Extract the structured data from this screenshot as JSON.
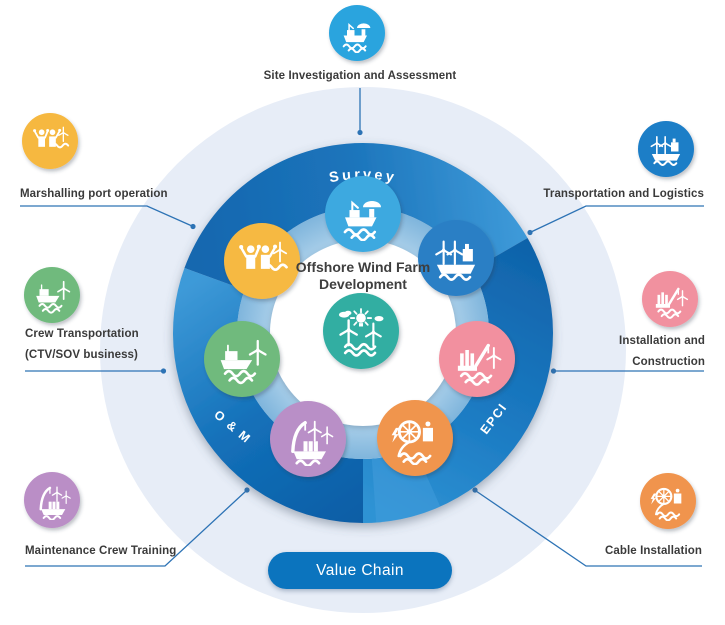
{
  "wheel": {
    "segments": {
      "survey": "Survey",
      "epci": "EPCI",
      "om": "O & M"
    },
    "center_line1": "Offshore Wind Farm",
    "center_line2": "Development",
    "hub": {
      "icon": "wind-farm-development",
      "color": "#31AEA2"
    },
    "nodes": {
      "survey": {
        "icon": "survey-vessel",
        "color": "#3CA9E0"
      },
      "transport": {
        "icon": "turbine-carrier-ship",
        "color": "#2B7FC5"
      },
      "installation": {
        "icon": "jackup-rig",
        "color": "#F2909F"
      },
      "cable": {
        "icon": "cable-lay-vessel",
        "color": "#F0954E"
      },
      "maintenance": {
        "icon": "crane-vessel",
        "color": "#B98FC7"
      },
      "crew": {
        "icon": "crew-transport-vessel",
        "color": "#6FBA7D"
      },
      "marshalling": {
        "icon": "port-workers",
        "color": "#F6B942"
      }
    }
  },
  "satellites": {
    "site": {
      "label": "Site Investigation and Assessment",
      "color": "#2AA4DE",
      "icon": "survey-vessel"
    },
    "marshalling": {
      "label": "Marshalling port operation",
      "color": "#F6B83F",
      "icon": "port-workers"
    },
    "crew": {
      "label": "Crew Transportation",
      "label2": "(CTV/SOV business)",
      "color": "#6FBA7D",
      "icon": "crew-transport-vessel"
    },
    "maintenance": {
      "label": "Maintenance Crew Training",
      "color": "#BA8EC6",
      "icon": "crane-vessel"
    },
    "transport": {
      "label": "Transportation and Logistics",
      "color": "#1F7EC7",
      "icon": "turbine-carrier-ship"
    },
    "installation": {
      "label": "Installation and",
      "label2": "Construction",
      "color": "#F1919F",
      "icon": "jackup-rig"
    },
    "cable": {
      "label": "Cable Installation",
      "color": "#F0944D",
      "icon": "cable-lay-vessel"
    }
  },
  "value_chain": {
    "label": "Value Chain",
    "color": "#0B74BE"
  },
  "styles": {
    "connector_color": "#2D73B5",
    "label_color": "#3A3A3A",
    "halo_color": "#E7EDF7",
    "segment_dark": "#0A5DA5",
    "segment_light": "#3E9AD8",
    "middle_ring": "#7FB5DC"
  }
}
